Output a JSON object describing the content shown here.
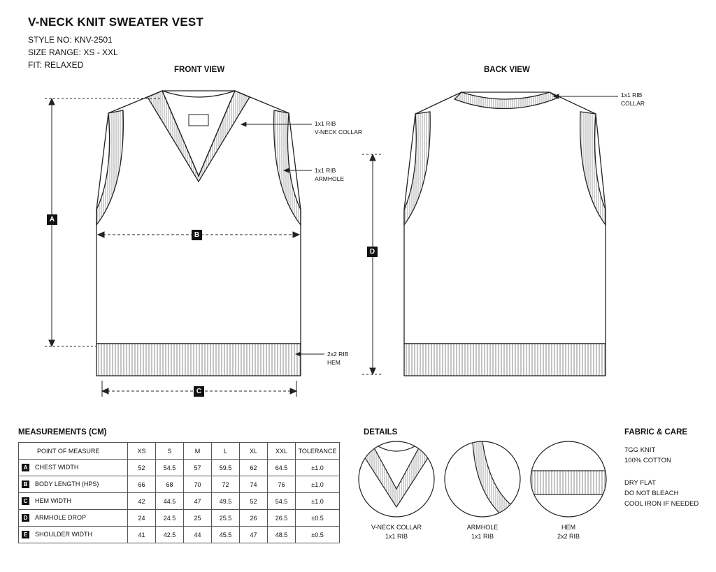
{
  "header": {
    "title": "V-NECK KNIT SWEATER VEST",
    "style_no": "STYLE NO: KNV-2501",
    "size_range": "SIZE RANGE: XS - XXL",
    "fit": "FIT: RELAXED"
  },
  "views": {
    "front_label": "FRONT VIEW",
    "back_label": "BACK VIEW"
  },
  "callouts": {
    "front_collar_1": "1x1 RIB",
    "front_collar_2": "V-NECK COLLAR",
    "armhole_1": "1x1 RIB",
    "armhole_2": "ARMHOLE",
    "hem_1": "2x2 RIB",
    "hem_2": "HEM",
    "back_collar_1": "1x1 RIB",
    "back_collar_2": "COLLAR"
  },
  "dimension_letters": {
    "a": "A",
    "b": "B",
    "c": "C",
    "d": "D"
  },
  "measurements": {
    "title": "MEASUREMENTS (CM)",
    "headers": [
      "POINT OF MEASURE",
      "XS",
      "S",
      "M",
      "L",
      "XL",
      "XXL",
      "TOLERANCE"
    ],
    "rows": [
      {
        "letter": "A",
        "pom": "CHEST WIDTH",
        "values": [
          "52",
          "54.5",
          "57",
          "59.5",
          "62",
          "64.5"
        ],
        "tol": "±1.0"
      },
      {
        "letter": "B",
        "pom": "BODY LENGTH (HPS)",
        "values": [
          "66",
          "68",
          "70",
          "72",
          "74",
          "76"
        ],
        "tol": "±1.0"
      },
      {
        "letter": "C",
        "pom": "HEM WIDTH",
        "values": [
          "42",
          "44.5",
          "47",
          "49.5",
          "52",
          "54.5"
        ],
        "tol": "±1.0"
      },
      {
        "letter": "D",
        "pom": "ARMHOLE DROP",
        "values": [
          "24",
          "24.5",
          "25",
          "25.5",
          "26",
          "26.5"
        ],
        "tol": "±0.5"
      },
      {
        "letter": "E",
        "pom": "SHOULDER WIDTH",
        "values": [
          "41",
          "42.5",
          "44",
          "45.5",
          "47",
          "48.5"
        ],
        "tol": "±0.5"
      }
    ]
  },
  "details": {
    "title": "DETAILS",
    "items": [
      {
        "name": "V-NECK COLLAR",
        "spec": "1x1 RIB"
      },
      {
        "name": "ARMHOLE",
        "spec": "1x1 RIB"
      },
      {
        "name": "HEM",
        "spec": "2x2 RIB"
      }
    ]
  },
  "fabric_care": {
    "title": "FABRIC & CARE",
    "lines_a": [
      "7GG KNIT",
      "100% COTTON"
    ],
    "lines_b": [
      "DRY FLAT",
      "DO NOT BLEACH",
      "COOL IRON IF NEEDED"
    ]
  }
}
